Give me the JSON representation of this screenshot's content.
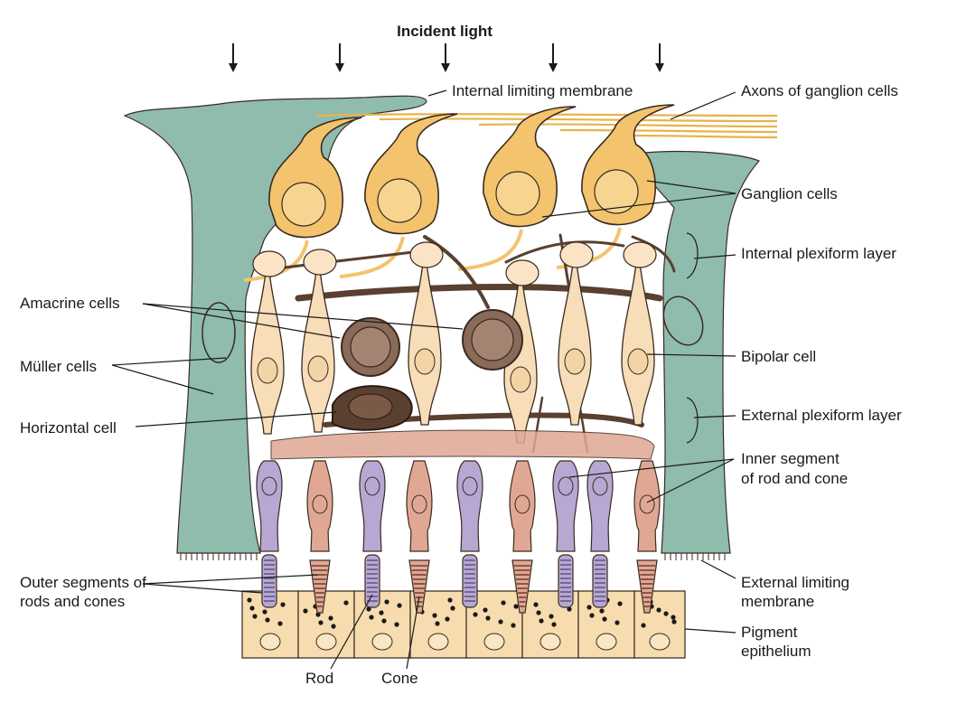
{
  "title": "Incident light",
  "labels": {
    "internal_limiting_membrane": "Internal limiting membrane",
    "axons_of_ganglion_cells": "Axons of ganglion cells",
    "ganglion_cells": "Ganglion cells",
    "internal_plexiform_layer": "Internal plexiform layer",
    "amacrine_cells": "Amacrine cells",
    "muller_cells": "Müller cells",
    "bipolar_cell": "Bipolar cell",
    "horizontal_cell": "Horizontal cell",
    "external_plexiform_layer": "External plexiform layer",
    "inner_segment_line1": "Inner segment",
    "inner_segment_line2": "of rod and cone",
    "outer_segments_line1": "Outer segments of",
    "outer_segments_line2": "rods and cones",
    "external_limiting_line1": "External limiting",
    "external_limiting_line2": "membrane",
    "pigment_line1": "Pigment",
    "pigment_line2": "epithelium",
    "rod": "Rod",
    "cone": "Cone"
  },
  "colors": {
    "muller": "#8fbcac",
    "ganglion": "#f3c46d",
    "bipolar": "#f7ddb8",
    "amacrine": "#8a6a58",
    "horizontal": "#5a4030",
    "rod": "#b6a8d2",
    "cone": "#e0a894",
    "pigment": "#f6dcae",
    "outline": "#3a2a20"
  }
}
